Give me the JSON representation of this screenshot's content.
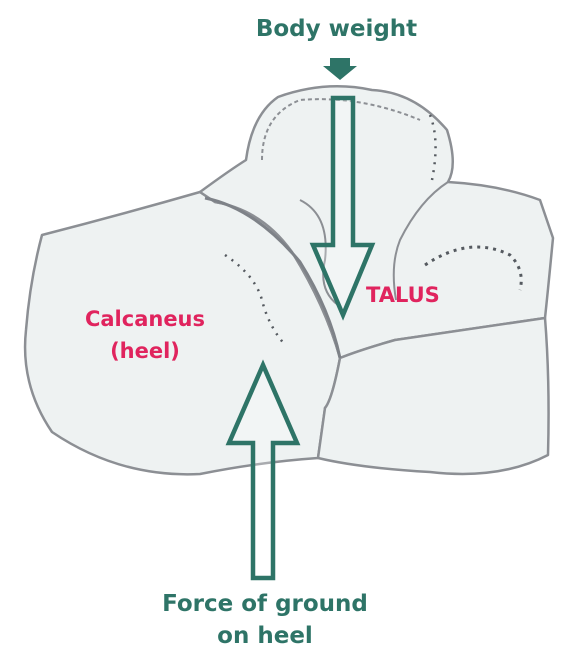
{
  "labels": {
    "body_weight": "Body weight",
    "calcaneus": "Calcaneus",
    "calcaneus_note": "(heel)",
    "talus": "TALUS",
    "ground_force_line1": "Force of ground",
    "ground_force_line2": "on heel"
  },
  "colors": {
    "arrow": "#2e7467",
    "bone_label": "#e0245e",
    "bone_fill": "#eef2f2",
    "bone_outline": "#8c8f94"
  }
}
